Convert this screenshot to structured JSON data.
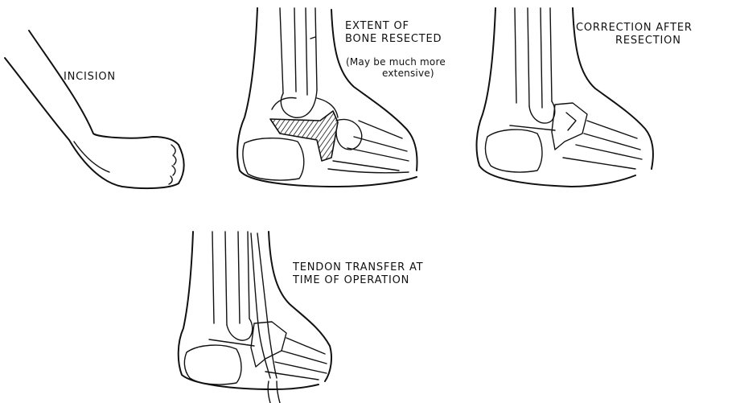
{
  "labels": {
    "incision": "INCISION",
    "extent_line1": "EXTENT OF",
    "extent_line2": "BONE RESECTED",
    "extent_note_line1": "(May be much more",
    "extent_note_line2": "extensive)",
    "correction_line1": "CORRECTION AFTER",
    "correction_line2": "RESECTION",
    "tendon_line1": "TENDON TRANSFER AT",
    "tendon_line2": "TIME OF OPERATION"
  },
  "colors": {
    "ink": "#111111",
    "paper": "#ffffff"
  }
}
